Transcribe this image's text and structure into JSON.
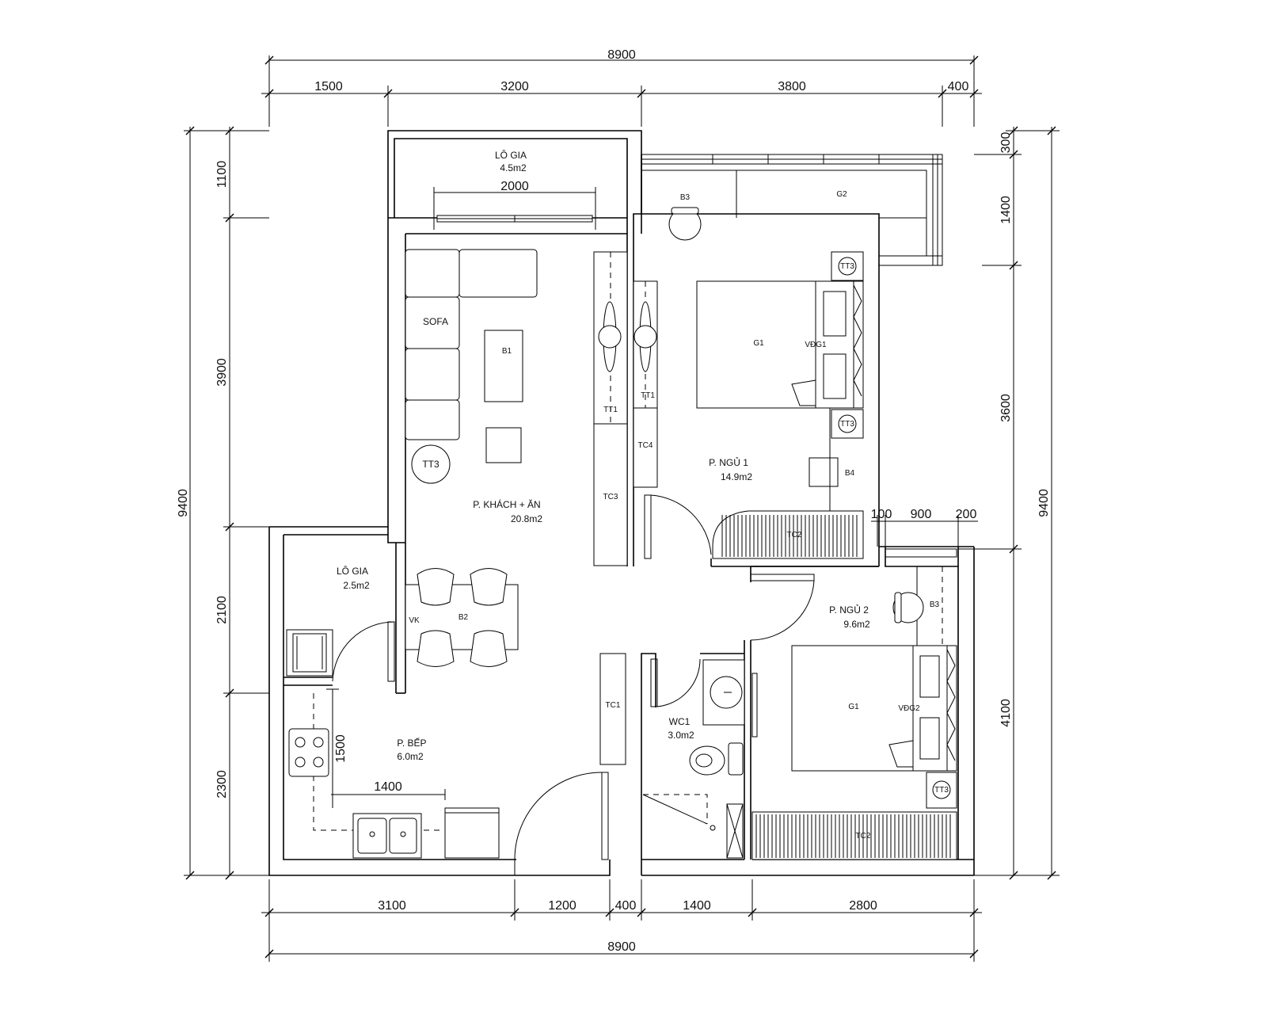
{
  "dimensions": {
    "top_total": "8900",
    "top_segments": [
      "1500",
      "3200",
      "3800",
      "400"
    ],
    "bottom_segments": [
      "3100",
      "1200",
      "400",
      "1400",
      "2800"
    ],
    "bottom_total": "8900",
    "left_total": "9400",
    "left_segments": [
      "1100",
      "3900",
      "2100",
      "2300"
    ],
    "right_total": "9400",
    "right_segments": [
      "300",
      "1400",
      "3600",
      "4100"
    ],
    "right_small": [
      "100",
      "900",
      "200"
    ],
    "balcony_width": "2000",
    "kitchen_v": "1500",
    "kitchen_h": "1400"
  },
  "rooms": {
    "logia1_name": "LÔ GIA",
    "logia1_area": "4.5m2",
    "living_name": "P. KHÁCH + ĂN",
    "living_area": "20.8m2",
    "bed1_name": "P. NGỦ 1",
    "bed1_area": "14.9m2",
    "logia2_name": "LÔ GIA",
    "logia2_area": "2.5m2",
    "kitchen_name": "P. BẾP",
    "kitchen_area": "6.0m2",
    "bed2_name": "P. NGỦ 2",
    "bed2_area": "9.6m2",
    "wc_name": "WC1",
    "wc_area": "3.0m2"
  },
  "furniture": {
    "sofa": "SOFA",
    "b1": "B1",
    "tt3": "TT3",
    "b2": "B2",
    "vk": "VK",
    "tt1": "TT1",
    "tc3": "TC3",
    "tc4": "TC4",
    "b3": "B3",
    "g2": "G2",
    "g1": "G1",
    "vdg1": "VĐG1",
    "vdg2": "VĐG2",
    "b4": "B4",
    "tc2": "TC2",
    "tc1": "TC1"
  }
}
